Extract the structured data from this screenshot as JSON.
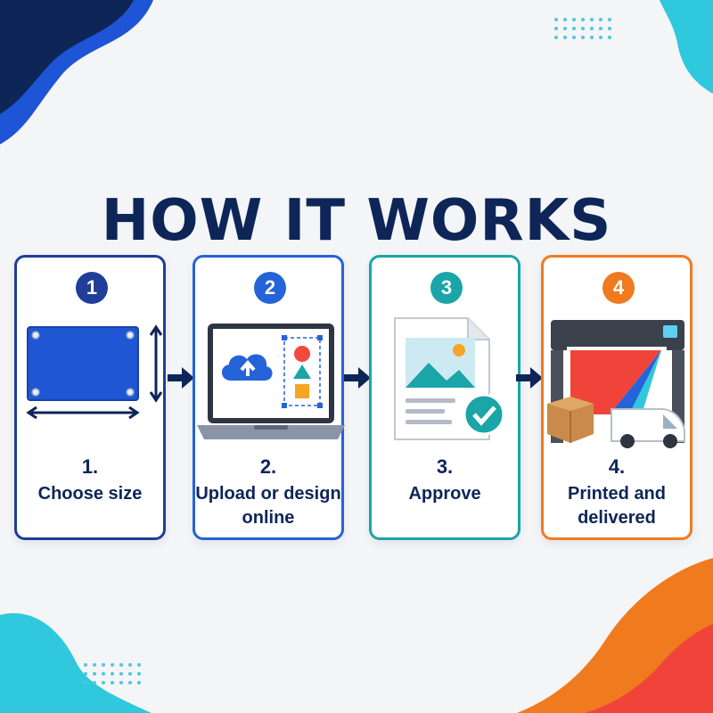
{
  "title": "HOW IT WORKS",
  "steps": [
    {
      "badge": "1",
      "number": "1.",
      "label": "Choose size",
      "color": "#1f3d99"
    },
    {
      "badge": "2",
      "number": "2.",
      "label": "Upload or design online",
      "color": "#2563d8"
    },
    {
      "badge": "3",
      "number": "3.",
      "label": "Approve",
      "color": "#1aa5a8"
    },
    {
      "badge": "4",
      "number": "4.",
      "label": "Printed and delivered",
      "color": "#f07a1e"
    }
  ],
  "illustrations": [
    "banner-icon",
    "laptop-upload-icon",
    "approved-document-icon",
    "printer-delivery-icon"
  ],
  "colors": {
    "navy": "#0e2558",
    "blue": "#2563d8",
    "teal": "#1aa5a8",
    "orange": "#f07a1e",
    "cyan": "#30c8dc",
    "background": "#f4f5f7"
  }
}
